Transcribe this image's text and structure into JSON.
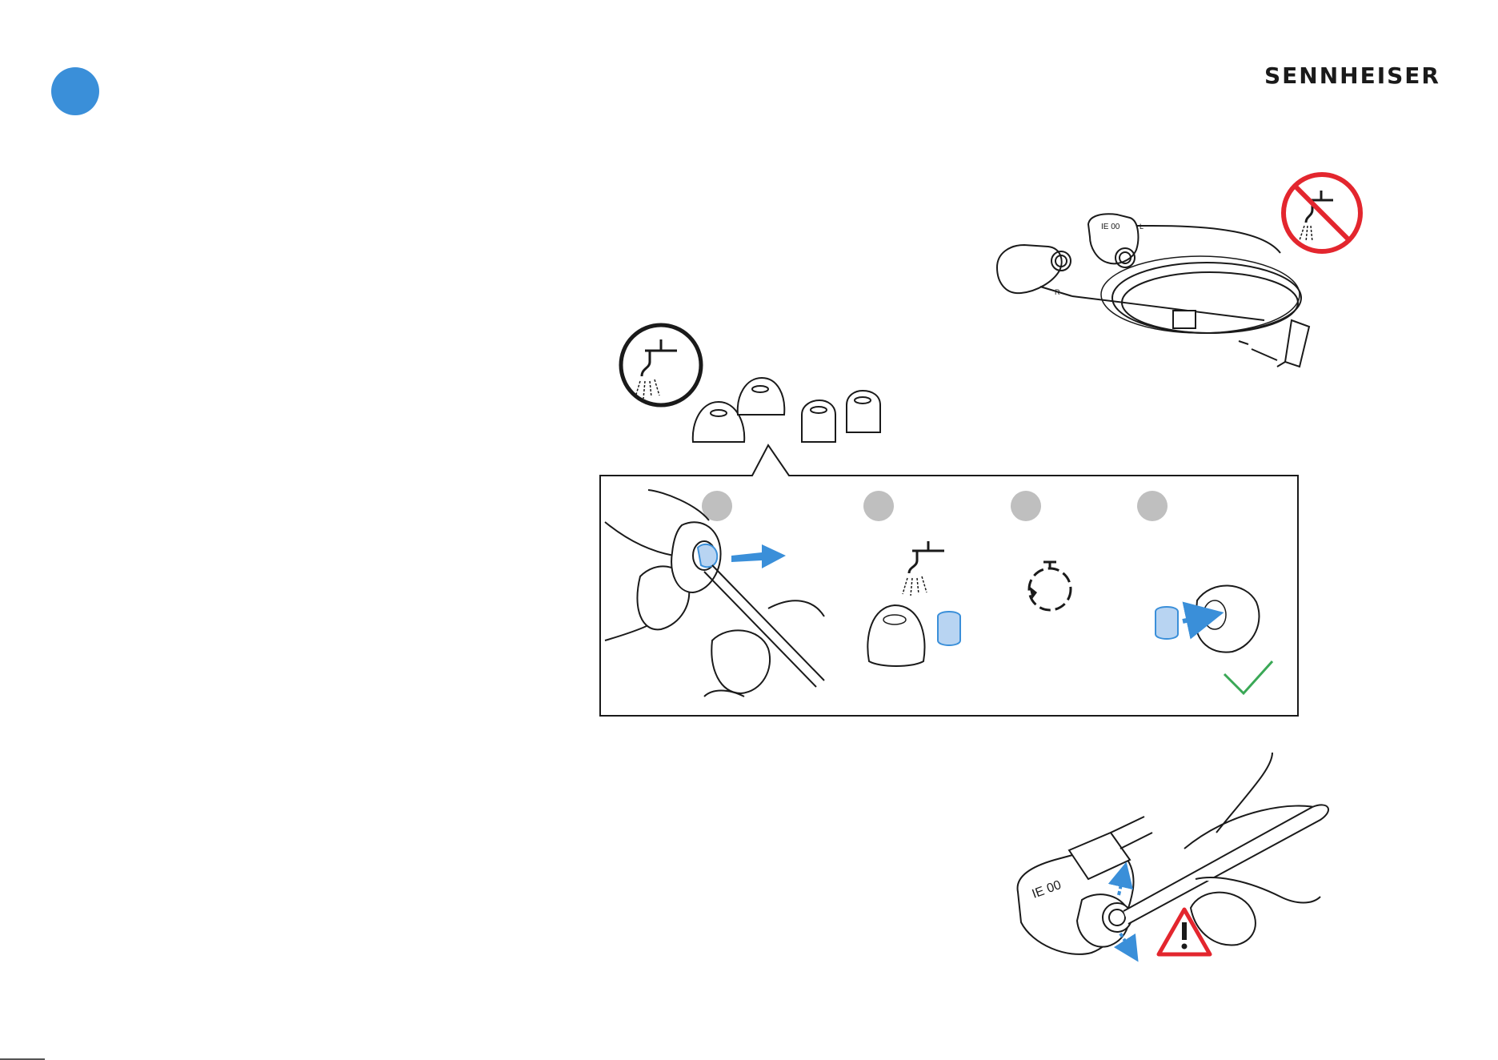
{
  "brand": {
    "logo_text": "SENNHEISER"
  },
  "earphone_labels": {
    "model_top": "IE 00",
    "left": "L",
    "right": "R",
    "model_bottom": "IE 00"
  },
  "colors": {
    "section_dot": "#3a8fd9",
    "step_dot": "#bfbfbf",
    "accent_blue": "#3a8fd9",
    "filter_blue": "#b8d4f2",
    "prohibited_red": "#e3262e",
    "check_green": "#3aa856",
    "line": "#1a1a1a"
  },
  "icons": [
    "section-marker-icon",
    "no-water-icon",
    "water-tap-icon",
    "drying-time-icon",
    "checkmark-icon",
    "warning-icon"
  ]
}
